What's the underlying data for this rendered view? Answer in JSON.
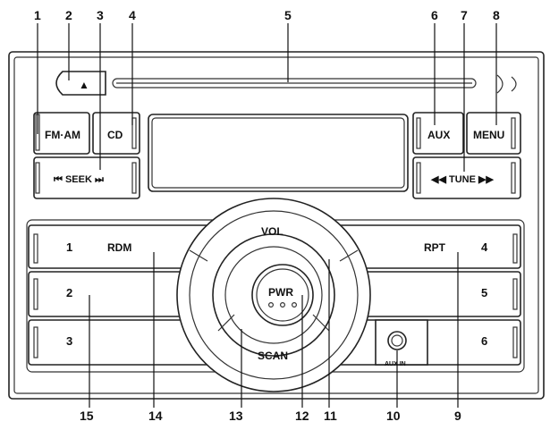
{
  "buttons": {
    "eject": "▲",
    "fm_am": "FM·AM",
    "cd": "CD",
    "seek": "⏮ SEEK ⏭",
    "aux": "AUX",
    "menu": "MENU",
    "tune": "◀◀ TUNE ▶▶",
    "preset_1": "1",
    "preset_2": "2",
    "preset_3": "3",
    "preset_4": "4",
    "preset_5": "5",
    "preset_6": "6",
    "rdm": "RDM",
    "rpt": "RPT",
    "vol": "VOL",
    "pwr": "PWR",
    "scan": "SCAN",
    "aux_in": "AUX IN"
  },
  "callouts": [
    "1",
    "2",
    "3",
    "4",
    "5",
    "6",
    "7",
    "8",
    "9",
    "10",
    "11",
    "12",
    "13",
    "14",
    "15"
  ]
}
